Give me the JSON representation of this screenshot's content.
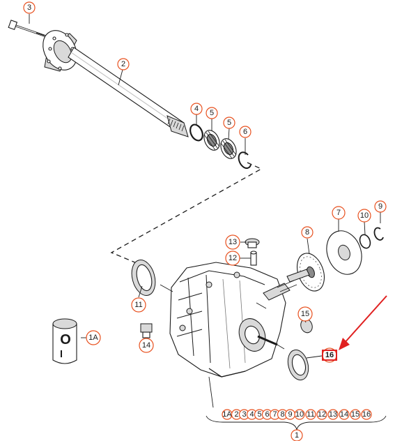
{
  "callouts": [
    {
      "id": "c3",
      "text": "3"
    },
    {
      "id": "c2",
      "text": "2"
    },
    {
      "id": "c4",
      "text": "4"
    },
    {
      "id": "c5a",
      "text": "5"
    },
    {
      "id": "c5b",
      "text": "5"
    },
    {
      "id": "c6",
      "text": "6"
    },
    {
      "id": "c7",
      "text": "7"
    },
    {
      "id": "c10",
      "text": "10"
    },
    {
      "id": "c9",
      "text": "9"
    },
    {
      "id": "c8",
      "text": "8"
    },
    {
      "id": "c13",
      "text": "13"
    },
    {
      "id": "c12",
      "text": "12"
    },
    {
      "id": "c11",
      "text": "11"
    },
    {
      "id": "c15",
      "text": "15"
    },
    {
      "id": "c1A",
      "text": "1A"
    },
    {
      "id": "c14",
      "text": "14"
    },
    {
      "id": "c16",
      "text": "16"
    },
    {
      "id": "c1",
      "text": "1"
    }
  ],
  "bottom_list": [
    "1A",
    "2",
    "3",
    "4",
    "5",
    "6",
    "7",
    "8",
    "9",
    "10",
    "11",
    "12",
    "13",
    "14",
    "15",
    "16"
  ],
  "highlight_color": "#e8501e",
  "arrow_color": "#e02020"
}
